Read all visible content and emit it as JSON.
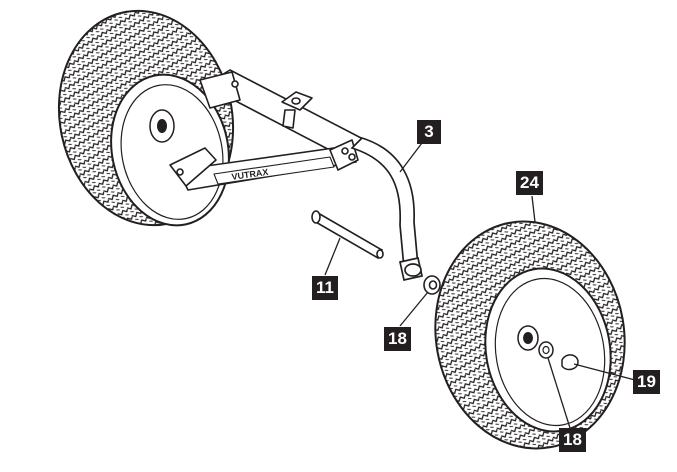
{
  "callouts": {
    "c3": "3",
    "c24": "24",
    "c11": "11",
    "c18a": "18",
    "c19": "19",
    "c18b": "18"
  },
  "frame_logo_text": "VUTRAX",
  "colors": {
    "line": "#231f20",
    "background": "#ffffff",
    "callout_bg": "#231f20",
    "callout_text": "#ffffff"
  }
}
